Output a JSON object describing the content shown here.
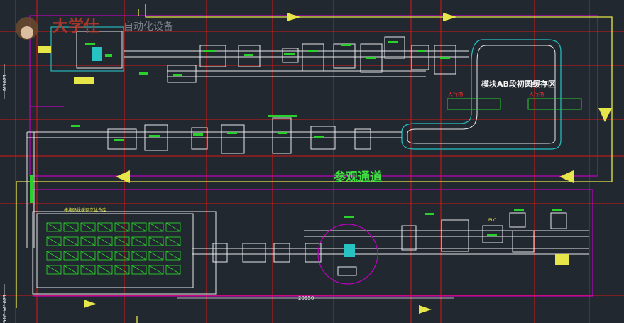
{
  "watermark": {
    "brand": "大学仕",
    "tagline": "自动化设备"
  },
  "labels": {
    "zone_title": "模块AB段初圆缓存区",
    "aisle": "参观通道",
    "walkway_1": "人行梯",
    "walkway_2": "人行梯",
    "storage_area": "模块码垛缓存立体仓库",
    "dimension": "20950",
    "left_id_top": "M1021",
    "left_id_bottom": "M1021",
    "left_stub": "510",
    "bottom_right": "PLC"
  },
  "colors": {
    "background": "#212830",
    "conveyor": "#e8e8e8",
    "flow_arrow": "#e6e64a",
    "boundary": "#c000c0",
    "grid": "#d81818",
    "component": "#2bd12b",
    "highlight": "#27c3c3"
  }
}
